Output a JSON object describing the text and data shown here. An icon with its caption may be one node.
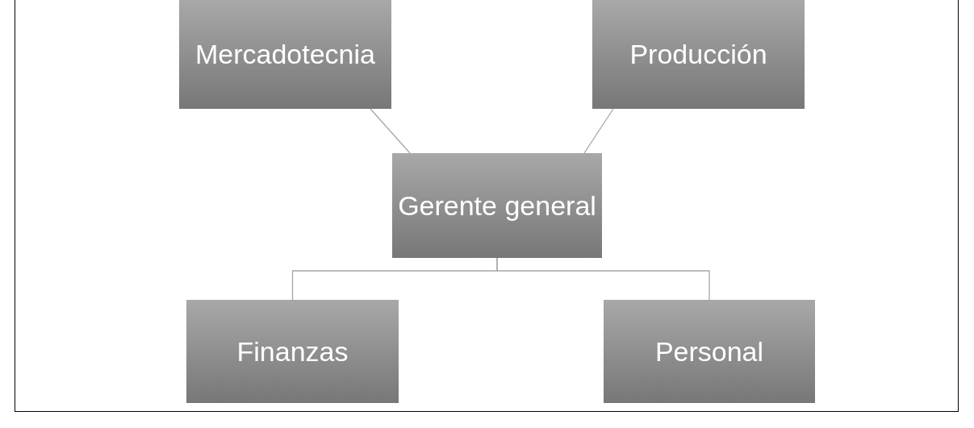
{
  "diagram": {
    "nodes": [
      {
        "text": [
          "Mercadotecnia"
        ]
      },
      {
        "text": [
          "Producción"
        ]
      },
      {
        "text": [
          "Gerente general"
        ]
      },
      {
        "text": [
          "Finanzas"
        ]
      },
      {
        "text": [
          "Personal"
        ]
      }
    ],
    "edges": [
      {
        "from": 2,
        "to": 0,
        "arrow": "none"
      },
      {
        "from": 2,
        "to": 1,
        "arrow": "none"
      },
      {
        "from": 2,
        "to": 3,
        "arrow": "none"
      },
      {
        "from": 2,
        "to": 4,
        "arrow": "none"
      }
    ]
  }
}
